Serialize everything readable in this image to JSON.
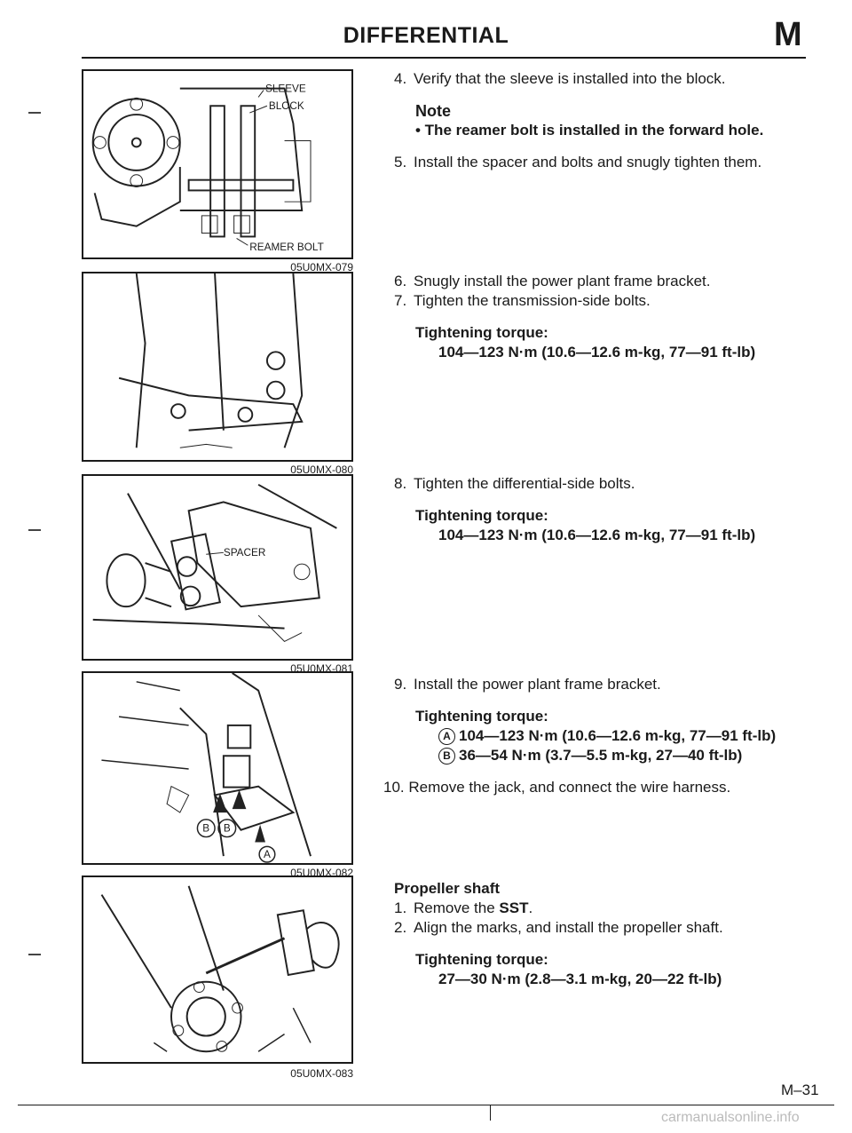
{
  "header": {
    "title": "DIFFERENTIAL",
    "section_letter": "M"
  },
  "figures": [
    {
      "code": "05U0MX-079",
      "labels": {
        "sleeve": "SLEEVE",
        "block": "BLOCK",
        "reamer_bolt": "REAMER BOLT"
      }
    },
    {
      "code": "05U0MX-080"
    },
    {
      "code": "05U0MX-081",
      "labels": {
        "spacer": "SPACER"
      }
    },
    {
      "code": "05U0MX-082",
      "labels": {
        "b1": "B",
        "b2": "B",
        "a": "A"
      }
    },
    {
      "code": "05U0MX-083"
    }
  ],
  "blocks": {
    "b1": {
      "step4": {
        "num": "4.",
        "text": "Verify that the sleeve is installed into the block."
      },
      "note_title": "Note",
      "note_text": "• The reamer bolt is installed in the forward hole.",
      "step5": {
        "num": "5.",
        "text": "Install the spacer and bolts and snugly tighten them."
      }
    },
    "b2": {
      "step6": {
        "num": "6.",
        "text": "Snugly install the power plant frame bracket."
      },
      "step7": {
        "num": "7.",
        "text": "Tighten the transmission-side bolts."
      },
      "torque_label": "Tightening torque:",
      "torque_value": "104—123 N·m (10.6—12.6 m-kg, 77—91 ft-lb)"
    },
    "b3": {
      "step8": {
        "num": "8.",
        "text": "Tighten the differential-side bolts."
      },
      "torque_label": "Tightening torque:",
      "torque_value": "104—123 N·m (10.6—12.6 m-kg, 77—91 ft-lb)"
    },
    "b4": {
      "step9": {
        "num": "9.",
        "text": "Install the power plant frame bracket."
      },
      "torque_label": "Tightening torque:",
      "torque_a_marker": "A",
      "torque_a_value": "104—123 N·m (10.6—12.6 m-kg, 77—91 ft-lb)",
      "torque_b_marker": "B",
      "torque_b_value": "36—54 N·m (3.7—5.5 m-kg, 27—40 ft-lb)",
      "step10": {
        "num": "10.",
        "text": "Remove the jack, and connect the wire harness."
      }
    },
    "b5": {
      "heading": "Propeller shaft",
      "step1": {
        "num": "1.",
        "text_pre": "Remove the ",
        "text_bold": "SST",
        "text_post": "."
      },
      "step2": {
        "num": "2.",
        "text": "Align the marks, and install the propeller shaft."
      },
      "torque_label": "Tightening torque:",
      "torque_value": "27—30 N·m (2.8—3.1 m-kg, 20—22 ft-lb)"
    }
  },
  "footer": {
    "page_code": "M–31",
    "watermark": "carmanualsonline.info"
  }
}
